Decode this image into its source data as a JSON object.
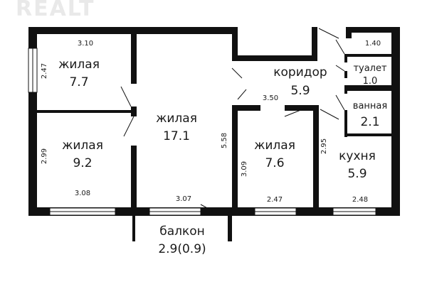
{
  "watermark": "REALT",
  "rooms": [
    {
      "name": "жилая",
      "area": "7.7"
    },
    {
      "name": "жилая",
      "area": "9.2"
    },
    {
      "name": "жилая",
      "area": "17.1"
    },
    {
      "name": "коридор",
      "area": "5.9"
    },
    {
      "name": "жилая",
      "area": "7.6"
    },
    {
      "name": "кухня",
      "area": "5.9"
    },
    {
      "name": "туалет",
      "area": "1.0"
    },
    {
      "name": "ванная",
      "area": "2.1"
    },
    {
      "name": "балкон",
      "area": "2.9(0.9)"
    }
  ],
  "dimensions": [
    "3.10",
    "2.47",
    "2.99",
    "3.08",
    "3.07",
    "5.58",
    "3.50",
    "3.09",
    "2.47",
    "2.95",
    "2.48",
    "1.40"
  ]
}
